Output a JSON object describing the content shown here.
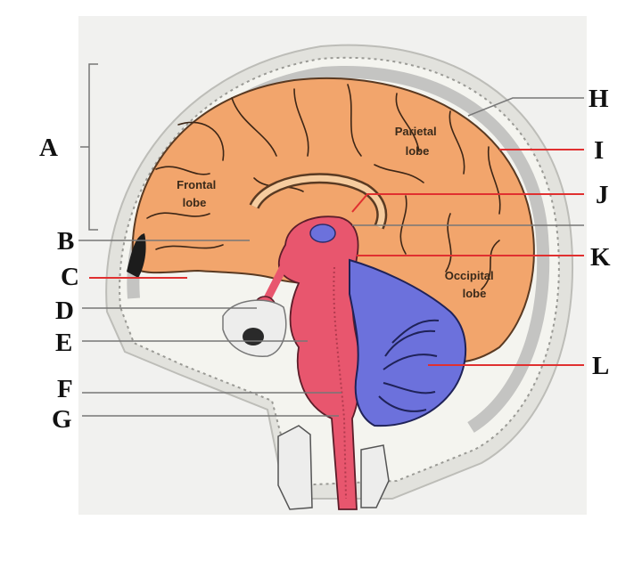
{
  "colors": {
    "cerebrum": "#f2a56c",
    "brainstem": "#e8566e",
    "cerebellum": "#6c71dc",
    "skull": "#f4f4ef",
    "pointer_red": "#e03030",
    "pointer_gray": "#777777"
  },
  "lobes": {
    "frontal": [
      "Frontal",
      "lobe"
    ],
    "parietal": [
      "Parietal",
      "lobe"
    ],
    "occipital": [
      "Occipital",
      "lobe"
    ]
  },
  "callouts": [
    {
      "letter": "A",
      "pointer": "bracket"
    },
    {
      "letter": "B",
      "pointer": "gray"
    },
    {
      "letter": "C",
      "pointer": "red"
    },
    {
      "letter": "D",
      "pointer": "gray"
    },
    {
      "letter": "E",
      "pointer": "gray"
    },
    {
      "letter": "F",
      "pointer": "gray"
    },
    {
      "letter": "G",
      "pointer": "gray"
    },
    {
      "letter": "H",
      "pointer": "gray"
    },
    {
      "letter": "I",
      "pointer": "red"
    },
    {
      "letter": "J",
      "pointer": "red"
    },
    {
      "letter": "K",
      "pointer": "red"
    },
    {
      "letter": "L",
      "pointer": "red"
    }
  ]
}
